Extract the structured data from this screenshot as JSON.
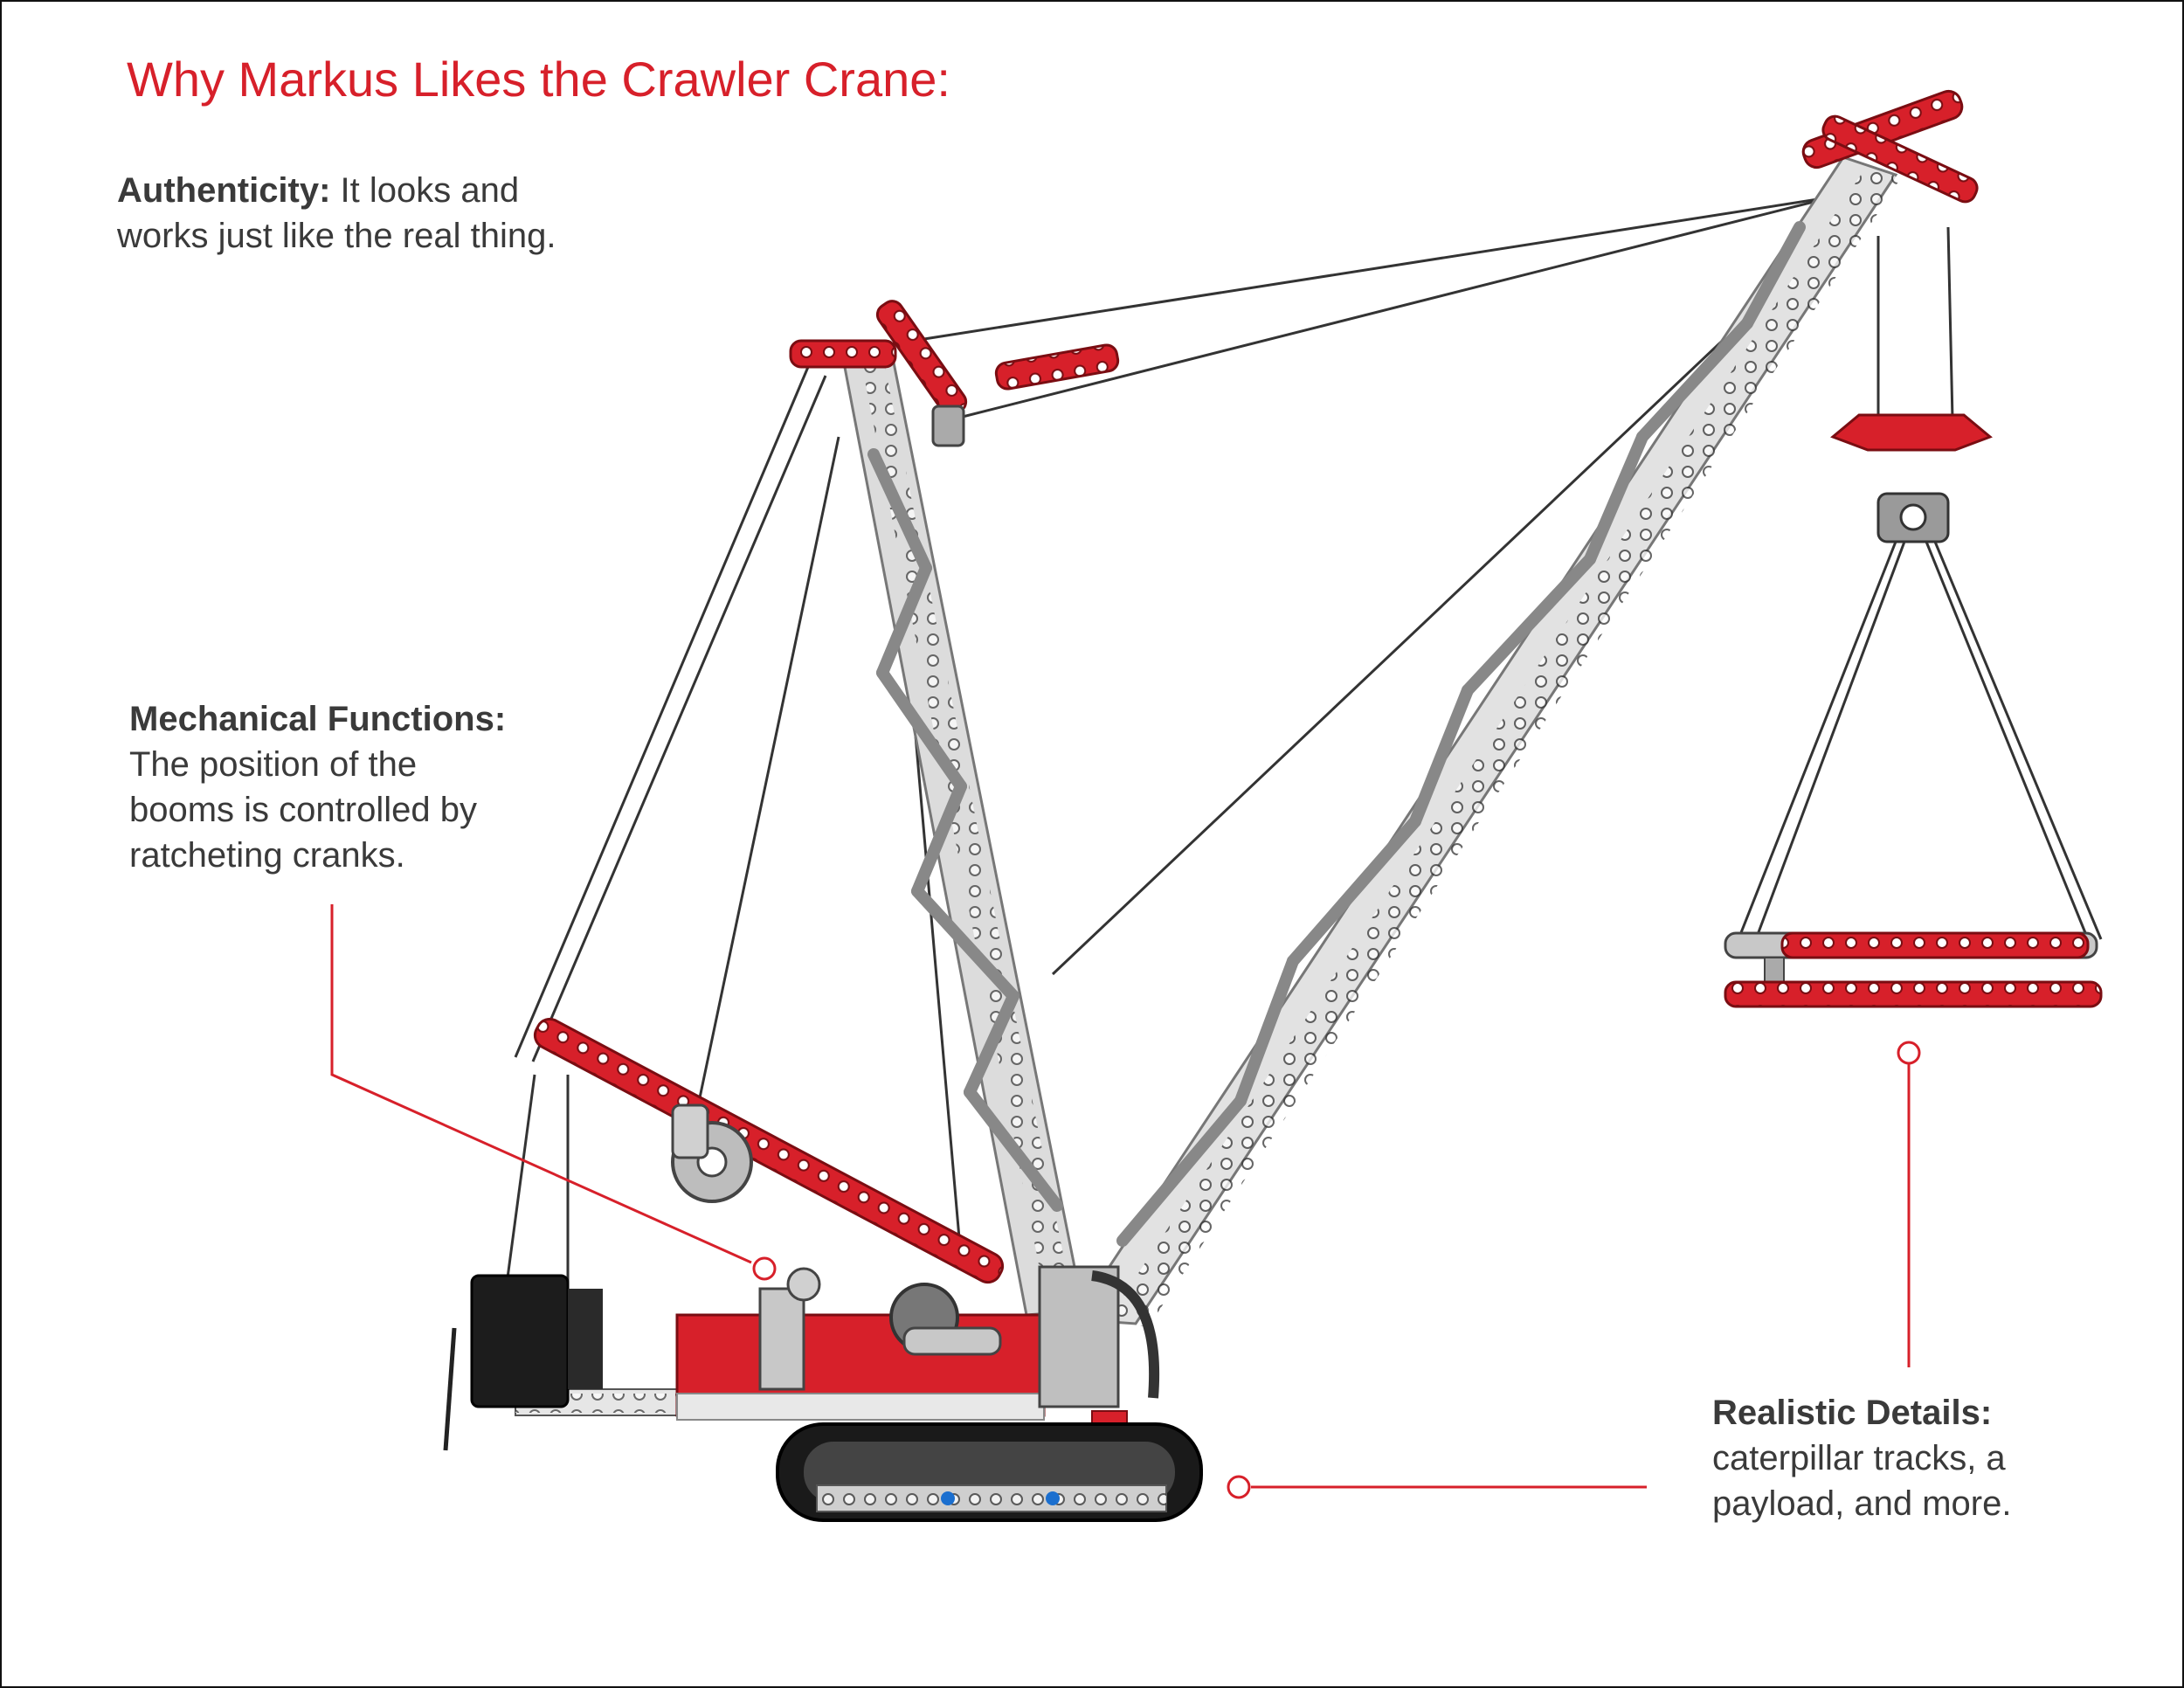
{
  "title": "Why Markus Likes the Crawler Crane:",
  "notes": {
    "authenticity": {
      "heading": "Authenticity:",
      "line1": " It looks and",
      "line2": "works just like the real thing."
    },
    "mechanical": {
      "heading": "Mechanical Functions:",
      "line1": "The position of the",
      "line2": "booms is controlled by",
      "line3": "ratcheting cranks."
    },
    "realistic": {
      "heading": "Realistic Details:",
      "line1": "caterpillar tracks, a",
      "line2": "payload, and more."
    }
  },
  "colors": {
    "accent": "#d7202a",
    "text": "#3a3a3a",
    "truss_grey": "#8c8c8c",
    "truss_light": "#e2e2e2",
    "track": "#1a1a1a"
  }
}
